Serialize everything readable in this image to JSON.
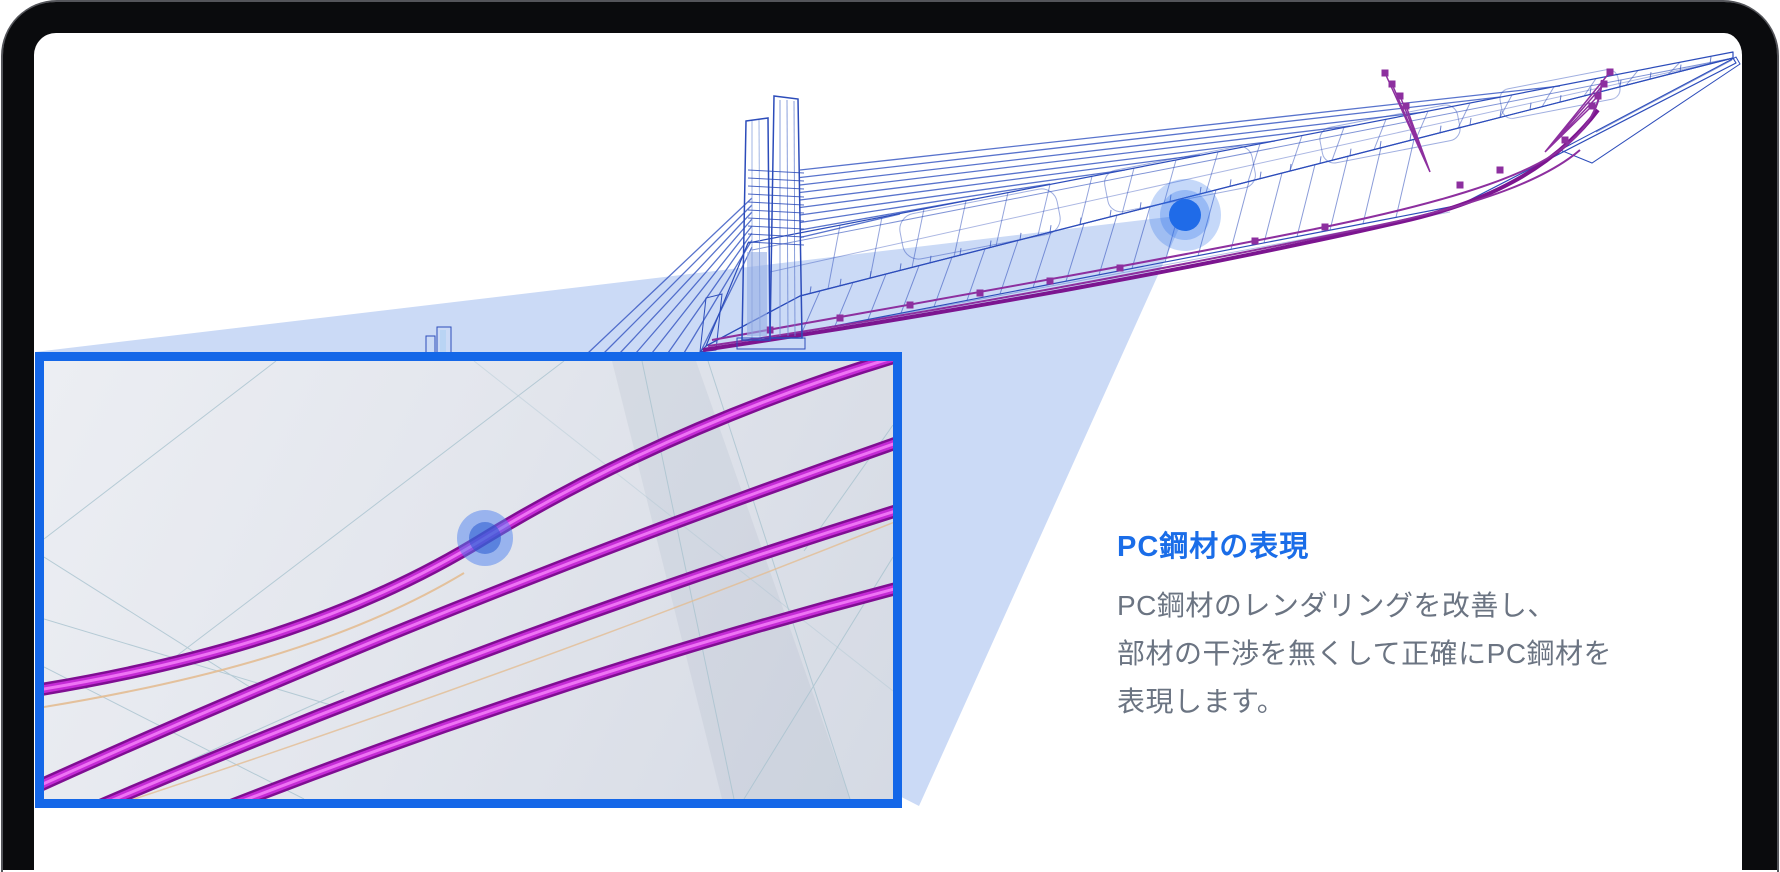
{
  "feature": {
    "title": "PC鋼材の表現",
    "body_lines": [
      "PC鋼材のレンダリングを改善し、",
      "部材の干渉を無くして正確にPC鋼材を",
      "表現します。"
    ]
  },
  "icons": {
    "highlight_dot": "blue-filled-circle-with-translucent-halo",
    "inset_highlight_dot": "blue-filled-circle-with-translucent-halo"
  },
  "colors": {
    "title_blue": "#1a6de8",
    "body_gray": "#6b7482",
    "inset_border_blue": "#1467e8",
    "callout_wedge_blue": "#cbdaf6",
    "highlight_dot_blue": "#1f6be8",
    "bridge_line_blue": "#2c4cba",
    "tendon_magenta": "#c32ad6",
    "device_frame_black": "#0a0b0d"
  }
}
